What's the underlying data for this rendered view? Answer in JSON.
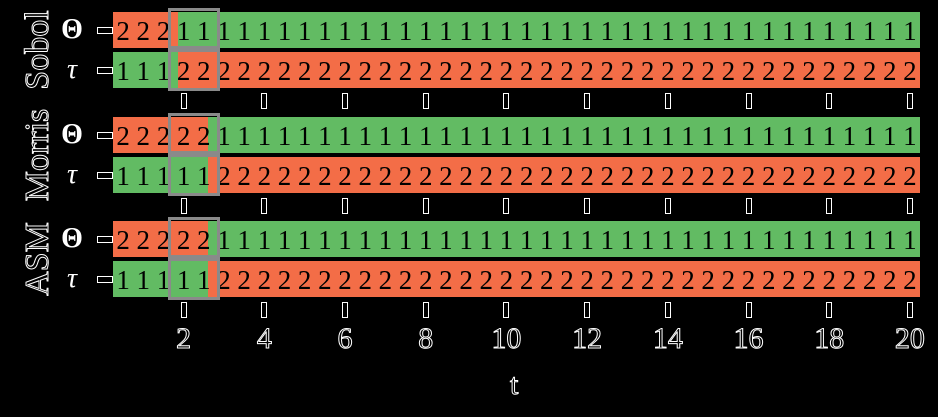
{
  "chart_data": {
    "type": "heatmap",
    "title": "",
    "xlabel": "t",
    "ylabel": "",
    "x": [
      0.5,
      1,
      1.5,
      2,
      2.5,
      3,
      3.5,
      4,
      4.5,
      5,
      5.5,
      6,
      6.5,
      7,
      7.5,
      8,
      8.5,
      9,
      9.5,
      10,
      10.5,
      11,
      11.5,
      12,
      12.5,
      13,
      13.5,
      14,
      14.5,
      15,
      15.5,
      16,
      16.5,
      17,
      17.5,
      18,
      18.5,
      19,
      19.5,
      20
    ],
    "xticks": [
      2,
      4,
      6,
      8,
      10,
      12,
      14,
      16,
      18,
      20
    ],
    "xlim": [
      0.25,
      20.25
    ],
    "colors": {
      "1": "#62bb63",
      "2": "#f36d47"
    },
    "highlight_box": {
      "x_from": 2,
      "x_to": 2.5
    },
    "panels": [
      {
        "name": "Sobol",
        "rows": [
          {
            "param": "Θ",
            "values": [
              2,
              2,
              2,
              1,
              1,
              1,
              1,
              1,
              1,
              1,
              1,
              1,
              1,
              1,
              1,
              1,
              1,
              1,
              1,
              1,
              1,
              1,
              1,
              1,
              1,
              1,
              1,
              1,
              1,
              1,
              1,
              1,
              1,
              1,
              1,
              1,
              1,
              1,
              1,
              1
            ],
            "switch_x": 1.85
          },
          {
            "param": "τ",
            "values": [
              1,
              1,
              1,
              2,
              2,
              2,
              2,
              2,
              2,
              2,
              2,
              2,
              2,
              2,
              2,
              2,
              2,
              2,
              2,
              2,
              2,
              2,
              2,
              2,
              2,
              2,
              2,
              2,
              2,
              2,
              2,
              2,
              2,
              2,
              2,
              2,
              2,
              2,
              2,
              2
            ],
            "switch_x": 1.85
          }
        ]
      },
      {
        "name": "Morris",
        "rows": [
          {
            "param": "Θ",
            "values": [
              2,
              2,
              2,
              2,
              2,
              1,
              1,
              1,
              1,
              1,
              1,
              1,
              1,
              1,
              1,
              1,
              1,
              1,
              1,
              1,
              1,
              1,
              1,
              1,
              1,
              1,
              1,
              1,
              1,
              1,
              1,
              1,
              1,
              1,
              1,
              1,
              1,
              1,
              1,
              1
            ],
            "switch_x": 2.6
          },
          {
            "param": "τ",
            "values": [
              1,
              1,
              1,
              1,
              1,
              2,
              2,
              2,
              2,
              2,
              2,
              2,
              2,
              2,
              2,
              2,
              2,
              2,
              2,
              2,
              2,
              2,
              2,
              2,
              2,
              2,
              2,
              2,
              2,
              2,
              2,
              2,
              2,
              2,
              2,
              2,
              2,
              2,
              2,
              2
            ],
            "switch_x": 2.6
          }
        ]
      },
      {
        "name": "ASM",
        "rows": [
          {
            "param": "Θ",
            "values": [
              2,
              2,
              2,
              2,
              2,
              1,
              1,
              1,
              1,
              1,
              1,
              1,
              1,
              1,
              1,
              1,
              1,
              1,
              1,
              1,
              1,
              1,
              1,
              1,
              1,
              1,
              1,
              1,
              1,
              1,
              1,
              1,
              1,
              1,
              1,
              1,
              1,
              1,
              1,
              1
            ],
            "switch_x": 2.6
          },
          {
            "param": "τ",
            "values": [
              1,
              1,
              1,
              1,
              1,
              2,
              2,
              2,
              2,
              2,
              2,
              2,
              2,
              2,
              2,
              2,
              2,
              2,
              2,
              2,
              2,
              2,
              2,
              2,
              2,
              2,
              2,
              2,
              2,
              2,
              2,
              2,
              2,
              2,
              2,
              2,
              2,
              2,
              2,
              2
            ],
            "switch_x": 2.6
          }
        ]
      }
    ]
  },
  "labels": {
    "panels": [
      "Sobol",
      "Morris",
      "ASM"
    ],
    "theta": "Θ",
    "tau": "τ",
    "xlabel": "t",
    "xticks": [
      "2",
      "4",
      "6",
      "8",
      "10",
      "12",
      "14",
      "16",
      "18",
      "20"
    ]
  }
}
